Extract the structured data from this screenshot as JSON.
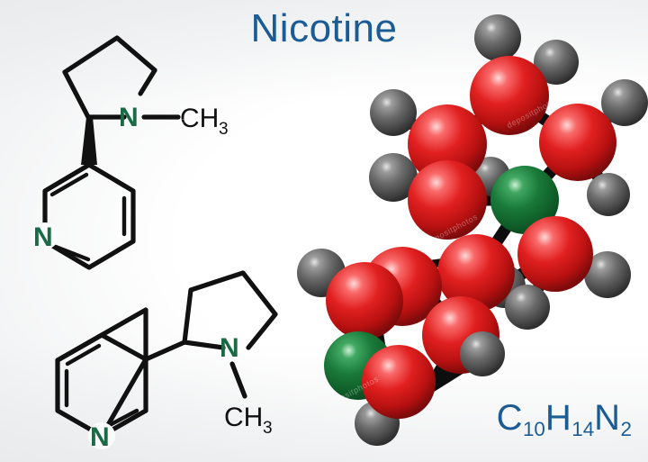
{
  "image": {
    "title": "Nicotine",
    "formula": {
      "text": "C10H14N2",
      "parts": [
        {
          "symbol": "C",
          "sub": "10"
        },
        {
          "symbol": "H",
          "sub": "14"
        },
        {
          "symbol": "N",
          "sub": "2"
        }
      ]
    },
    "subject": "Nicotine molecule structural formula and ball-and-stick model"
  },
  "colors": {
    "title_blue": "#1b5c94",
    "formula_blue": "#1b5c94",
    "nitrogen_label_green": "#1a6b45",
    "bond_black": "#111111",
    "carbon_sphere_red": "#d81e1e",
    "carbon_sphere_red_dark": "#7d0b0b",
    "nitrogen_sphere_green": "#1a7a3a",
    "nitrogen_sphere_green_dark": "#0b4d22",
    "hydrogen_sphere_gray": "#6a6a6a",
    "hydrogen_sphere_gray_dark": "#2e2e2e",
    "background_light": "#ffffff",
    "background_edge": "#e4e6e8"
  },
  "skeletal_top_left": {
    "name": "nicotine-skeletal-formula-vertical",
    "labels": {
      "pyrrolidine_nitrogen": "N",
      "methyl": "CH3",
      "methyl_symbol": "CH",
      "methyl_sub": "3",
      "pyridine_nitrogen": "N"
    },
    "rings": [
      "pyrrolidine",
      "pyridine"
    ],
    "stereo_bond": "wedge"
  },
  "skeletal_bottom_left": {
    "name": "nicotine-skeletal-formula-horizontal",
    "labels": {
      "pyridine_nitrogen": "N",
      "pyrrolidine_nitrogen": "N",
      "methyl": "CH3",
      "methyl_symbol": "CH",
      "methyl_sub": "3"
    },
    "rings": [
      "pyridine",
      "pyrrolidine"
    ],
    "stereo_bond": "hashed"
  },
  "model_3d": {
    "name": "nicotine-ball-and-stick-model",
    "atom_legend": [
      {
        "element": "C",
        "color_name": "red",
        "count": 10
      },
      {
        "element": "N",
        "color_name": "green",
        "count": 2
      },
      {
        "element": "H",
        "color_name": "gray",
        "count": 14
      }
    ]
  },
  "watermarks": [
    "depositphotos",
    "depositphotos",
    "depositphotos",
    "depositphotos",
    "depositphotos",
    "depositphotos"
  ]
}
